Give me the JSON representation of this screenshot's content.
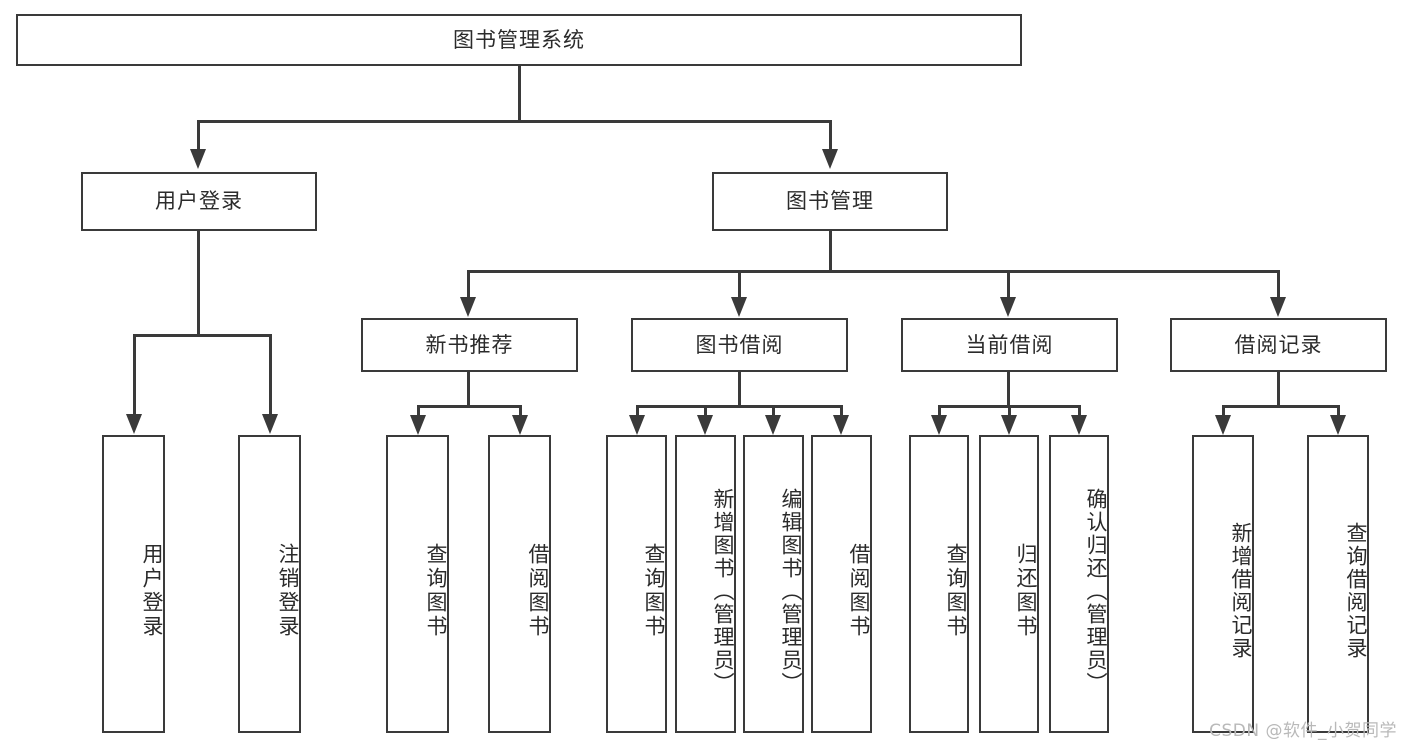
{
  "diagram": {
    "title_node": {
      "id": "root",
      "label": "图书管理系统"
    },
    "level2": [
      {
        "id": "user-login",
        "label": "用户登录"
      },
      {
        "id": "book-manage",
        "label": "图书管理"
      }
    ],
    "level3": [
      {
        "id": "new-book-recommend",
        "label": "新书推荐"
      },
      {
        "id": "book-borrow",
        "label": "图书借阅"
      },
      {
        "id": "current-borrow",
        "label": "当前借阅"
      },
      {
        "id": "borrow-record",
        "label": "借阅记录"
      }
    ],
    "leaves": {
      "user_login": [
        {
          "id": "leaf-user-login",
          "label": "用户登录"
        },
        {
          "id": "leaf-logout-login",
          "label": "注销登录"
        }
      ],
      "new_book_recommend": [
        {
          "id": "leaf-query-book-1",
          "label": "查询图书"
        },
        {
          "id": "leaf-borrow-book-1",
          "label": "借阅图书"
        }
      ],
      "book_borrow": [
        {
          "id": "leaf-query-book-2",
          "label": "查询图书"
        },
        {
          "id": "leaf-add-book",
          "label": "新增图书（管理员）"
        },
        {
          "id": "leaf-edit-book",
          "label": "编辑图书（管理员）"
        },
        {
          "id": "leaf-borrow-book-2",
          "label": "借阅图书"
        }
      ],
      "current_borrow": [
        {
          "id": "leaf-query-book-3",
          "label": "查询图书"
        },
        {
          "id": "leaf-return-book",
          "label": "归还图书"
        },
        {
          "id": "leaf-confirm-return",
          "label": "确认归还（管理员）"
        }
      ],
      "borrow_record": [
        {
          "id": "leaf-add-record",
          "label": "新增借阅记录"
        },
        {
          "id": "leaf-query-record",
          "label": "查询借阅记录"
        }
      ]
    }
  },
  "watermark": {
    "text": "CSDN @软件_小贺同学"
  },
  "colors": {
    "stroke": "#3a3a3a",
    "text": "#2b2b2b",
    "background": "#ffffff",
    "watermark": "#b9b9b9"
  }
}
